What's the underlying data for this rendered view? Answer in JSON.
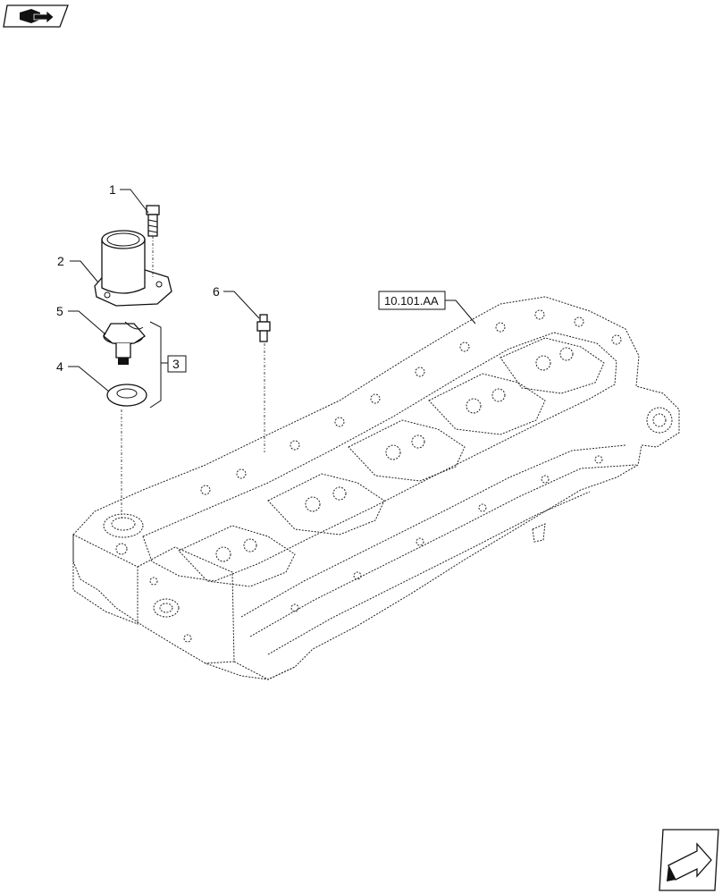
{
  "callouts": [
    {
      "id": "1",
      "label": "1"
    },
    {
      "id": "2",
      "label": "2"
    },
    {
      "id": "5",
      "label": "5"
    },
    {
      "id": "4",
      "label": "4"
    },
    {
      "id": "6",
      "label": "6"
    }
  ],
  "kit_ref": "3",
  "section_ref": "10.101.AA",
  "icons": {
    "top_left": "book-arrow-icon",
    "bottom_right": "next-page-arrow-icon"
  }
}
